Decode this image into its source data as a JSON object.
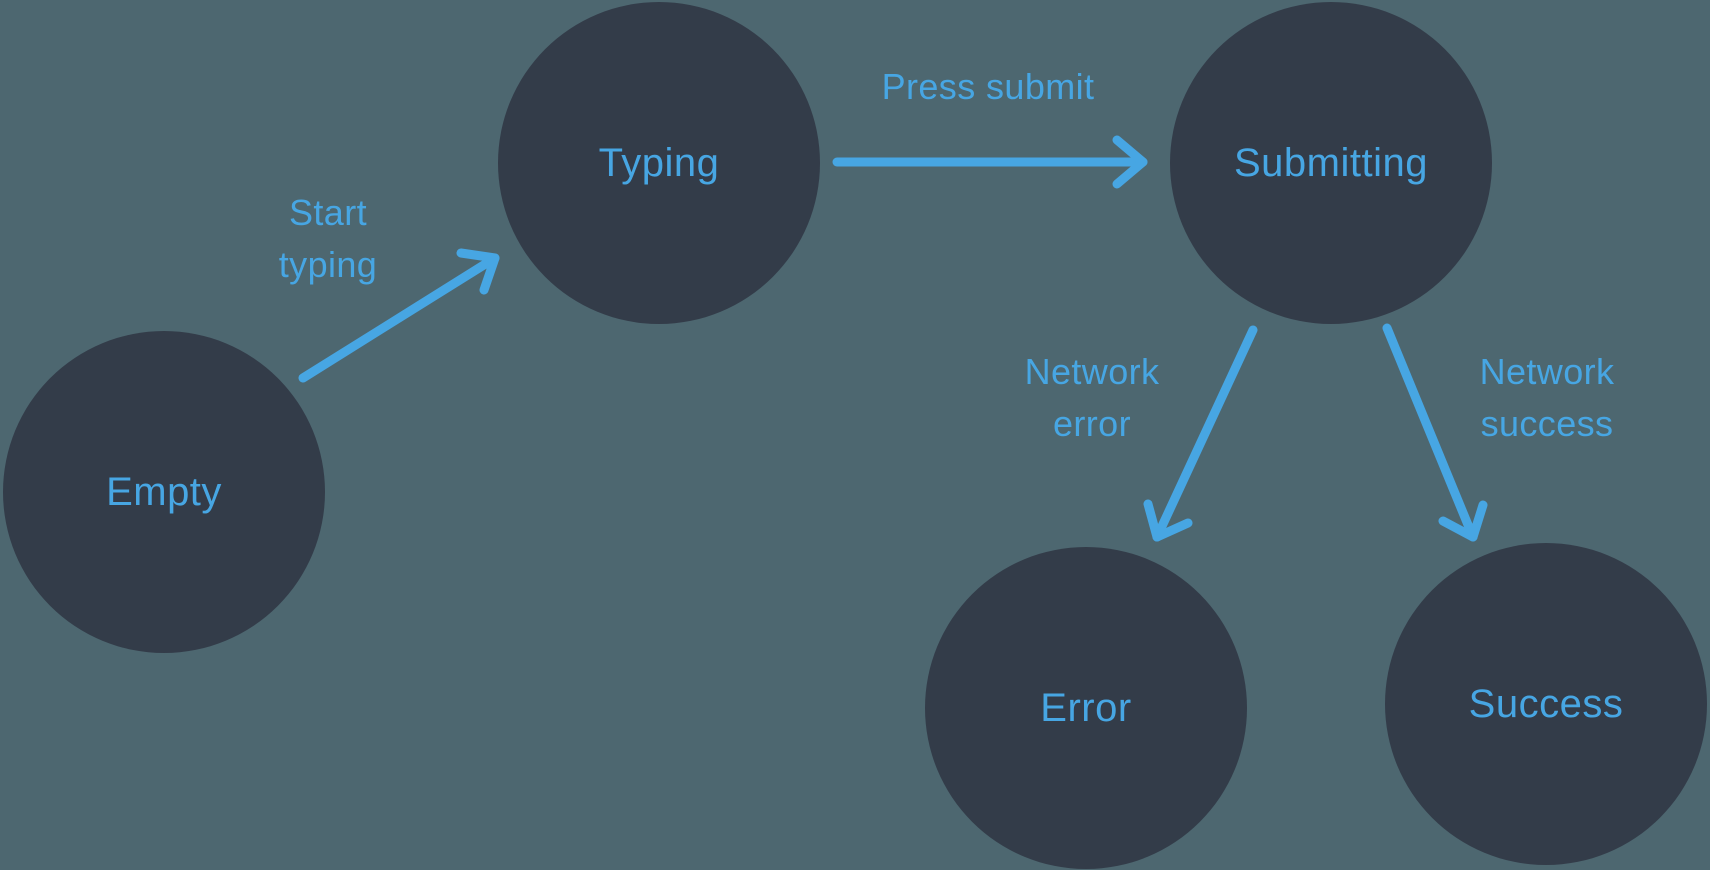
{
  "diagram": {
    "type": "state-machine",
    "colors": {
      "background": "#4d6770",
      "node_fill": "#333c49",
      "accent_blue": "#47a6e3"
    },
    "nodes": [
      {
        "id": "empty",
        "label": "Empty"
      },
      {
        "id": "typing",
        "label": "Typing"
      },
      {
        "id": "submitting",
        "label": "Submitting"
      },
      {
        "id": "error",
        "label": "Error"
      },
      {
        "id": "success",
        "label": "Success"
      }
    ],
    "edges": [
      {
        "from": "empty",
        "to": "typing",
        "label": "Start typing"
      },
      {
        "from": "typing",
        "to": "submitting",
        "label": "Press submit"
      },
      {
        "from": "submitting",
        "to": "error",
        "label": "Network error"
      },
      {
        "from": "submitting",
        "to": "success",
        "label": "Network success"
      }
    ]
  }
}
